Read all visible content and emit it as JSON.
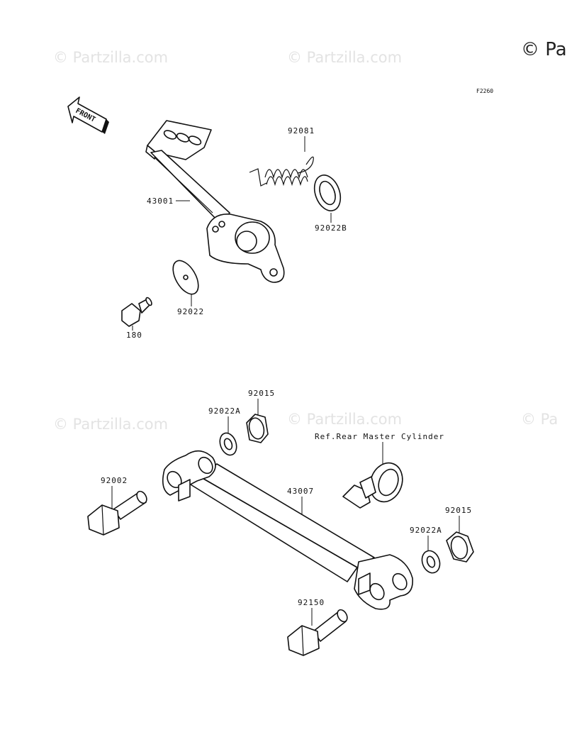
{
  "watermarks": {
    "copyright_text": "© Partzilla.com",
    "copyright_text_partial": "© Pa"
  },
  "diagram_code": "F2260",
  "front_label": "FRONT",
  "callouts": {
    "c92081": "92081",
    "c43001": "43001",
    "c92022B": "92022B",
    "c92022": "92022",
    "c180": "180",
    "c92015_top": "92015",
    "c92022A_top": "92022A",
    "ref_text": "Ref.Rear Master Cylinder",
    "c92002": "92002",
    "c43007": "43007",
    "c92015_right": "92015",
    "c92022A_right": "92022A",
    "c92150": "92150"
  }
}
